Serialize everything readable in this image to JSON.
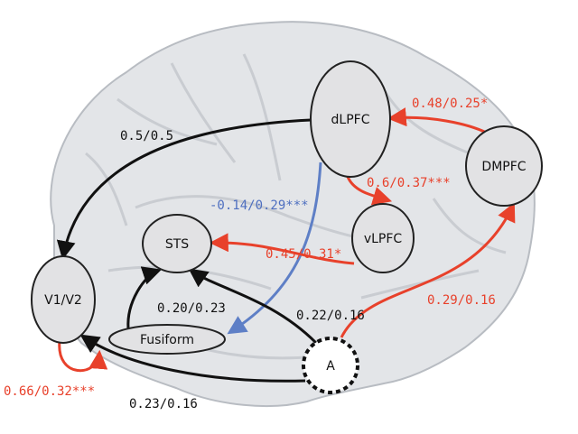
{
  "colors": {
    "background": "#ffffff",
    "brain_fill": "#e3e5e8",
    "brain_stroke": "#b8bcc2",
    "node_fill": "#e2e2e4",
    "node_stroke": "#222222",
    "black_edge": "#111111",
    "red_edge": "#e8412b",
    "blue_edge": "#5e7fc6",
    "red_label": "#e8412b",
    "blue_label": "#4e6fc0",
    "black_label": "#111111"
  },
  "nodes": {
    "dlpfc": "dLPFC",
    "dmpfc": "DMPFC",
    "vlpfc": "vLPFC",
    "sts": "STS",
    "v1v2": "V1/V2",
    "fusiform": "Fusiform",
    "a": "A"
  },
  "edges": {
    "dlpfc_v1v2": "0.5/0.5",
    "dmpfc_dlpfc": "0.48/0.25*",
    "dlpfc_vlpfc": "0.6/0.37***",
    "dlpfc_fusiform": "-0.14/0.29***",
    "vlpfc_sts": "0.45/0.31*",
    "fusiform_sts": "0.20/0.23",
    "a_sts": "0.22/0.16",
    "a_dmpfc": "0.29/0.16",
    "v1v2_self": "0.66/0.32***",
    "a_v1v2": "0.23/0.16"
  }
}
